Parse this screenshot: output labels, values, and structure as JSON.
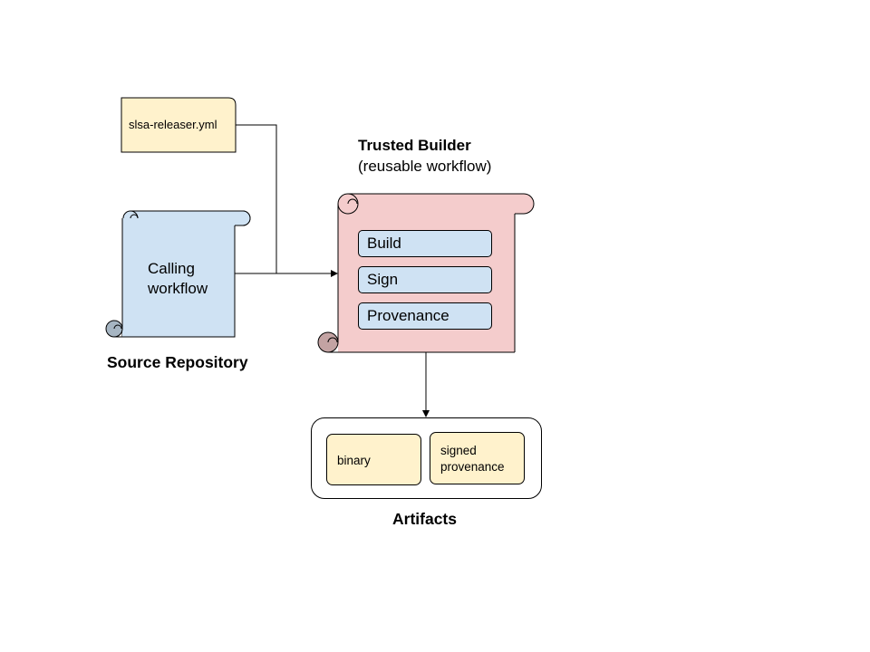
{
  "config_file": {
    "label": "slsa-releaser.yml"
  },
  "source_repository": {
    "title": "Source Repository",
    "workflow_lines": [
      "Calling",
      "workflow"
    ]
  },
  "trusted_builder": {
    "title": "Trusted Builder",
    "subtitle": "(reusable workflow)",
    "steps": [
      "Build",
      "Sign",
      "Provenance"
    ]
  },
  "artifacts": {
    "title": "Artifacts",
    "items": [
      {
        "lines": [
          "binary"
        ]
      },
      {
        "lines": [
          "signed",
          "provenance"
        ]
      }
    ]
  },
  "colors": {
    "file_fill": "#fff2cc",
    "calling_scroll_fill": "#cfe2f3",
    "calling_curl_fill": "#a6b5c2",
    "builder_scroll_fill": "#f4cccc",
    "builder_curl_fill": "#c3a3a3",
    "step_fill": "#cfe2f3",
    "artifact_fill": "#fff2cc"
  }
}
